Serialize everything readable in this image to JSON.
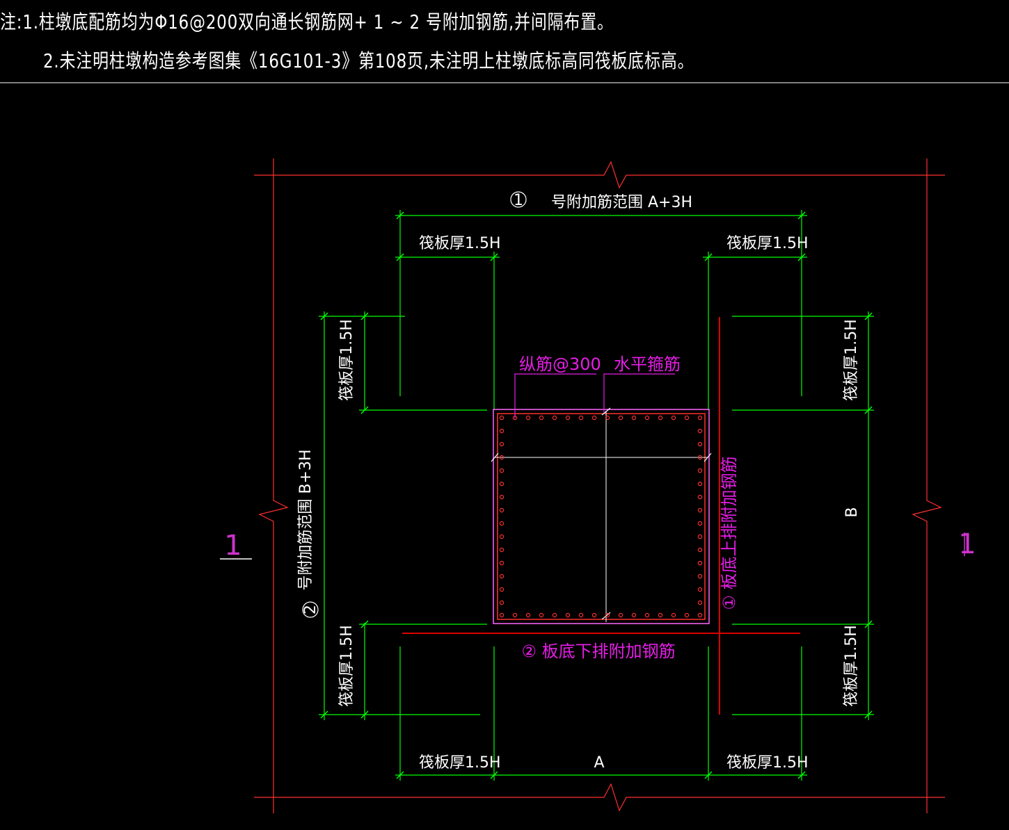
{
  "notes": {
    "line1": "注:1.柱墩底配筋均为Φ16@200双向通长钢筋网+ 1 ~ 2 号附加钢筋,并间隔布置。",
    "line2": "2.未注明柱墩构造参考图集《16G101-3》第108页,未注明上柱墩底标高同筏板底标高。"
  },
  "labels": {
    "top_range_num": "1",
    "top_range_text": "号附加筋范围 A+3H",
    "raft_15h": "筏板厚1.5H",
    "left_range_num": "2",
    "left_range_text": "号附加筋范围 B+3H",
    "longitudinal": "纵筋@300",
    "horizontal_stirrup": "水平箍筋",
    "upper_rebar": "① 板底上排附加钢筋",
    "lower_rebar": "② 板底下排附加钢筋",
    "dim_a": "A",
    "dim_b": "B",
    "section_left": "1",
    "section_right": "1"
  },
  "colors": {
    "background": "#000000",
    "green": "#00ff00",
    "red": "#ff3030",
    "dark_red": "#dd0000",
    "magenta": "#e61ee6",
    "white": "#ffffff"
  }
}
